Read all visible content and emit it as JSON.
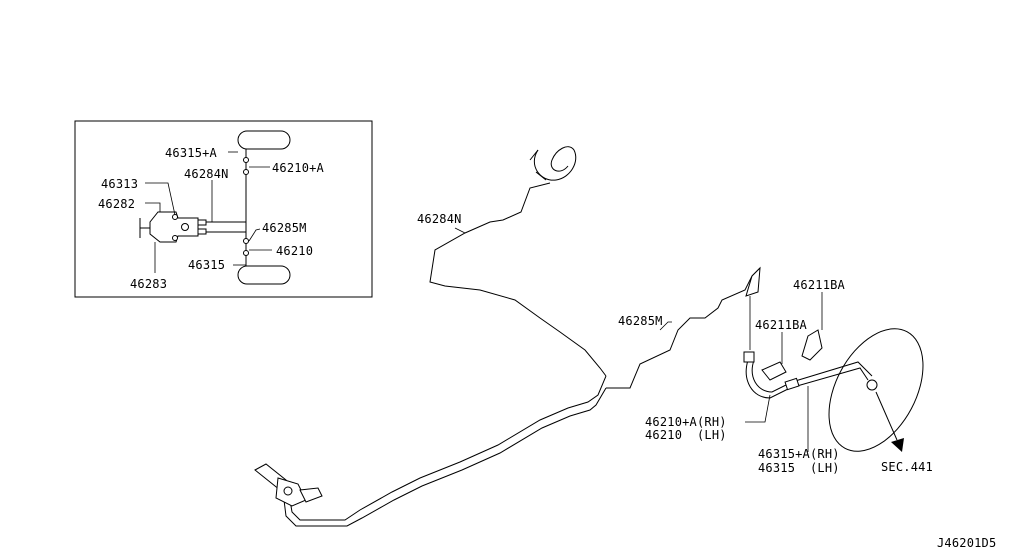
{
  "inset": {
    "labels": {
      "clip_upper": "46315+A",
      "hose_upper": "46210+A",
      "tube_upper": "46284N",
      "bracket": "46313",
      "valve": "46282",
      "tube_lower": "46285M",
      "hose_lower": "46210",
      "clip_lower": "46315",
      "valve_bolt": "46283"
    }
  },
  "main": {
    "labels": {
      "tube_front": "46284N",
      "tube_rear": "46285M",
      "bracket_upper": "46211BA",
      "bracket_lower": "46211BA",
      "hose_rh": "46210+A(RH)",
      "hose_lh": "46210  (LH)",
      "clip_rh": "46315+A(RH)",
      "clip_lh": "46315  (LH)",
      "section_ref": "SEC.441"
    }
  },
  "diagram_id": "J46201D5"
}
